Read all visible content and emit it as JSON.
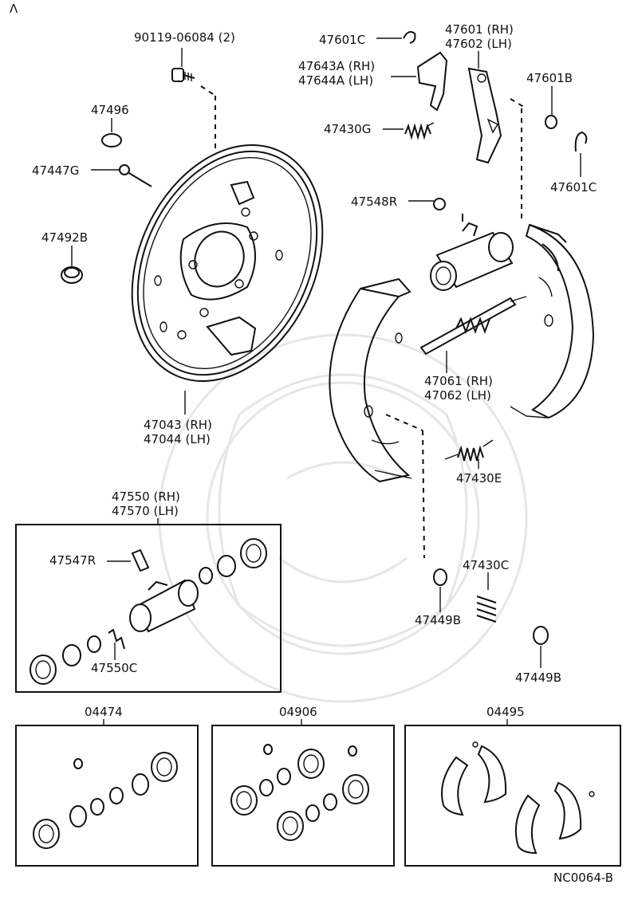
{
  "diagram": {
    "corner_mark": "Λ",
    "drawing_code": "NC0064-B",
    "labels": {
      "bolt": "90119-06084 (2)",
      "clip_c_top": "47601C",
      "lever": "47601 (RH)",
      "lever_lh": "47602 (LH)",
      "strut_rh": "47643A (RH)",
      "strut_lh": "47644A (LH)",
      "washer_b": "47601B",
      "spring_g": "47430G",
      "clip_c_right": "47601C",
      "cap": "47496",
      "pin": "47447G",
      "plug": "47492B",
      "bleeder": "47548R",
      "adjuster_rh": "47061 (RH)",
      "adjuster_lh": "47062 (LH)",
      "backing_rh": "47043 (RH)",
      "backing_lh": "47044 (LH)",
      "spring_e": "47430E",
      "cyl_rh": "47550 (RH)",
      "cyl_lh": "47570 (LH)",
      "bleeder_r": "47547R",
      "cup_c": "47550C",
      "spring_c": "47430C",
      "retainer_b1": "47449B",
      "retainer_b2": "47449B",
      "kit_1": "04474",
      "kit_2": "04906",
      "kit_3": "04495"
    }
  }
}
